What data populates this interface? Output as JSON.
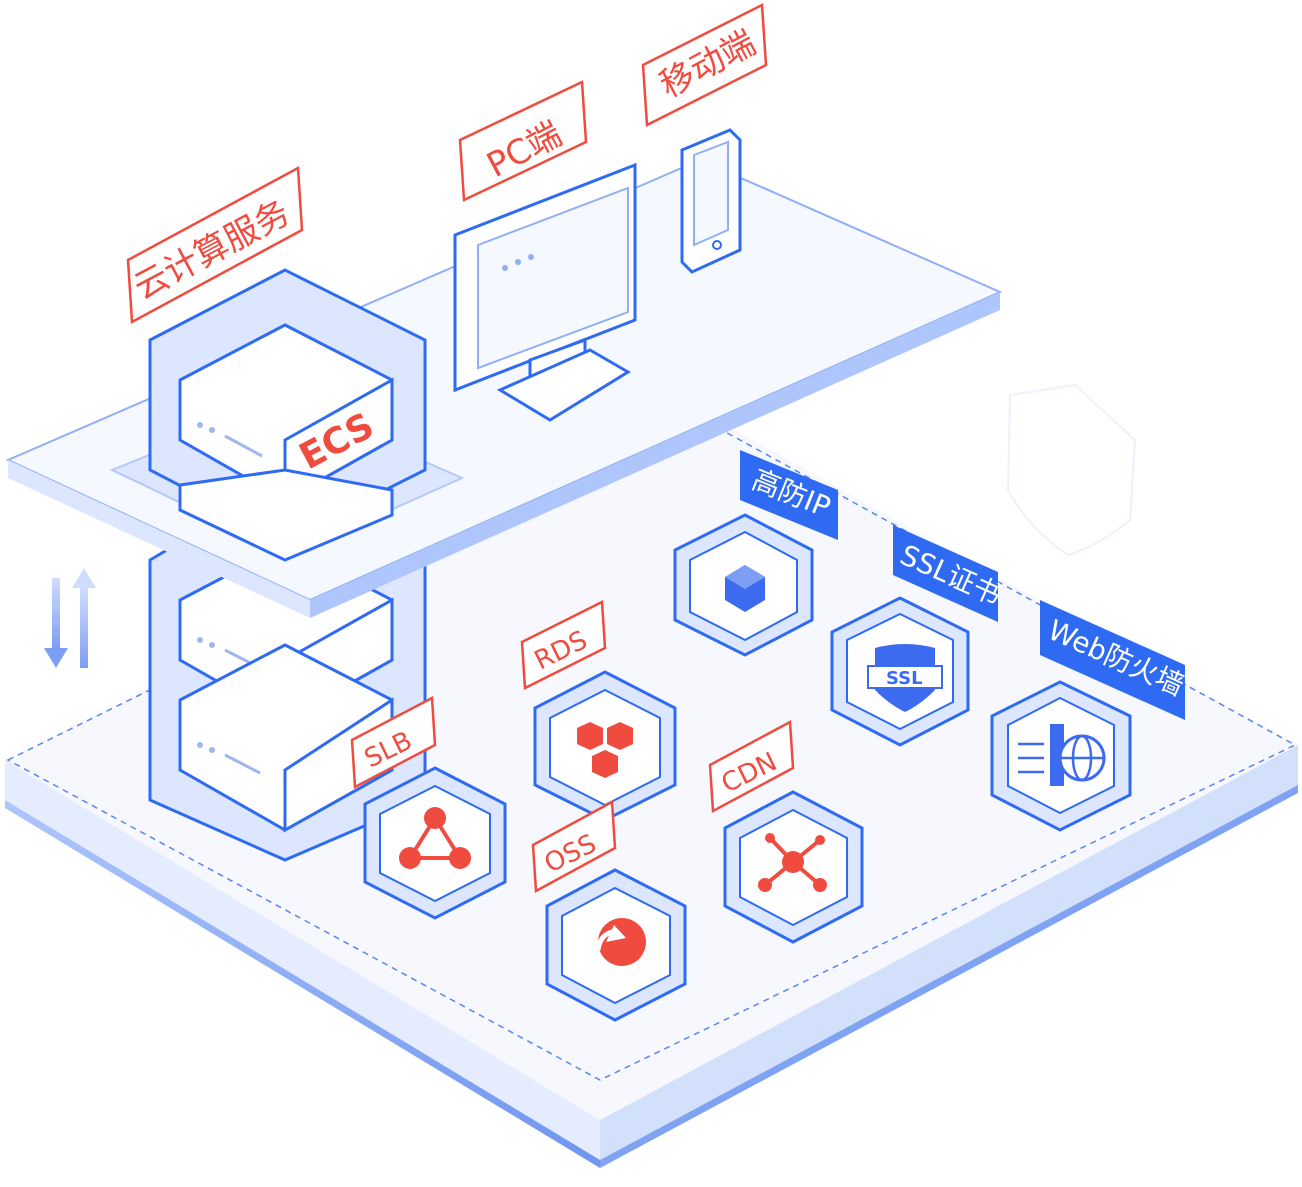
{
  "labels": {
    "cloud_service": "云计算服务",
    "pc": "PC端",
    "mobile": "移动端",
    "ecs": "ECS",
    "anti_ddos": "高防IP",
    "ssl_cert": "SSL证书",
    "waf": "Web防火墙",
    "rds": "RDS",
    "slb": "SLB",
    "oss": "OSS",
    "cdn": "CDN",
    "ssl_badge": "SSL"
  },
  "colors": {
    "primary_blue": "#2f6bf2",
    "light_blue": "#dce7ff",
    "accent_red": "#f04b3f",
    "platform_top": "#f5f8ff",
    "platform_edge": "#8fb0f6"
  },
  "icons": [
    "server-stack-icon",
    "monitor-icon",
    "phone-icon",
    "shield-icon",
    "load-balancer-icon",
    "database-icon",
    "storage-icon",
    "cdn-icon",
    "globe-icon",
    "cube-icon",
    "sync-arrows-icon"
  ]
}
